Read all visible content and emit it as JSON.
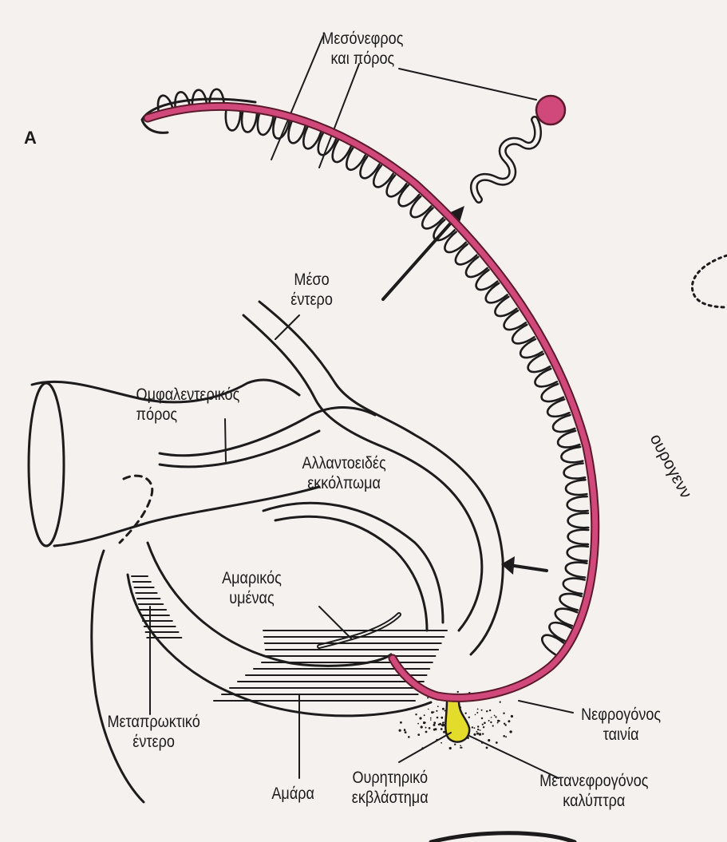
{
  "panel_letter": "A",
  "labels": {
    "mesonephros": [
      "Μεσόνεφρος",
      "και πόρος"
    ],
    "midgut": [
      "Μέσο",
      "έντερο"
    ],
    "vitelline_duct": [
      "Ομφαλεντερικός",
      "πόρος"
    ],
    "allantois": [
      "Αλλαντοειδές",
      "εκκόλπωμα"
    ],
    "cloacal_membrane": [
      "Αμαρικός",
      "υμένας"
    ],
    "hindgut": [
      "Μεταπρωκτικό",
      "έντερο"
    ],
    "cloaca": [
      "Αμάρα"
    ],
    "ureteric_bud": [
      "Ουρητηρικό",
      "εκβλάστημα"
    ],
    "metanephric_cap": [
      "Μετανεφρογόνος",
      "καλύπτρα"
    ],
    "nephrogenic_cord": [
      "Νεφρογόνος",
      "ταινία"
    ]
  },
  "side_label": "ουρογενν",
  "colors": {
    "duct": "#d0497a",
    "duct_edge": "#5b1a2c",
    "ureteric_bud": "#e4dc2a",
    "line": "#1d1b1b",
    "paper": "#f4f1ee"
  }
}
